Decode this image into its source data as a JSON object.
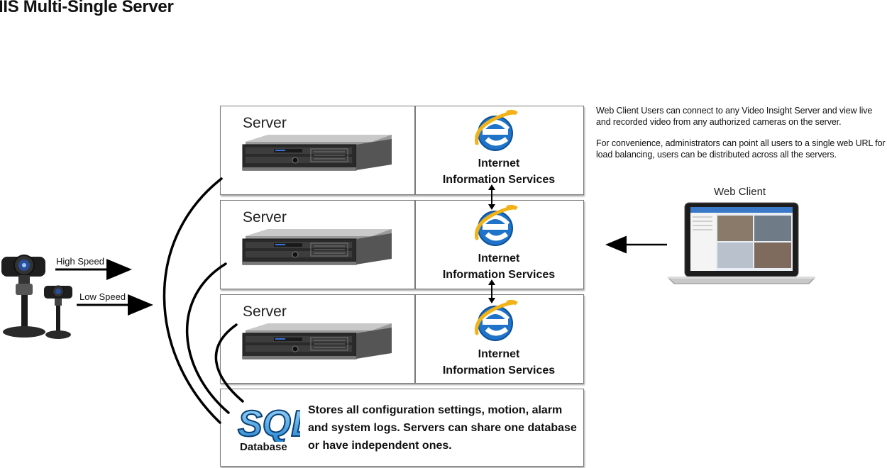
{
  "title": "IIS Multi-Single Server",
  "servers": [
    {
      "label": "Server",
      "iis_line1": "Internet",
      "iis_line2": "Information Services"
    },
    {
      "label": "Server",
      "iis_line1": "Internet",
      "iis_line2": "Information Services"
    },
    {
      "label": "Server",
      "iis_line1": "Internet",
      "iis_line2": "Information Services"
    }
  ],
  "database": {
    "logo_text": "SQL",
    "label": "Database",
    "description": "Stores all configuration settings, motion, alarm and system logs. Servers can share one database or have independent ones."
  },
  "web_client": {
    "label": "Web Client",
    "description_1": "Web Client Users can connect to any Video Insight Server and view live and recorded video from any authorized cameras on the server.",
    "description_2": "For convenience, administrators can point all users to a single web URL for load balancing, users can be distributed across all the servers."
  },
  "cameras": {
    "high_speed": "High Speed",
    "low_speed": "Low Speed"
  },
  "colors": {
    "ie_blue": "#1f73c8",
    "ie_gold": "#f2b318",
    "sql_blue": "#3a9be0",
    "rack_dark": "#2a2a2a"
  }
}
